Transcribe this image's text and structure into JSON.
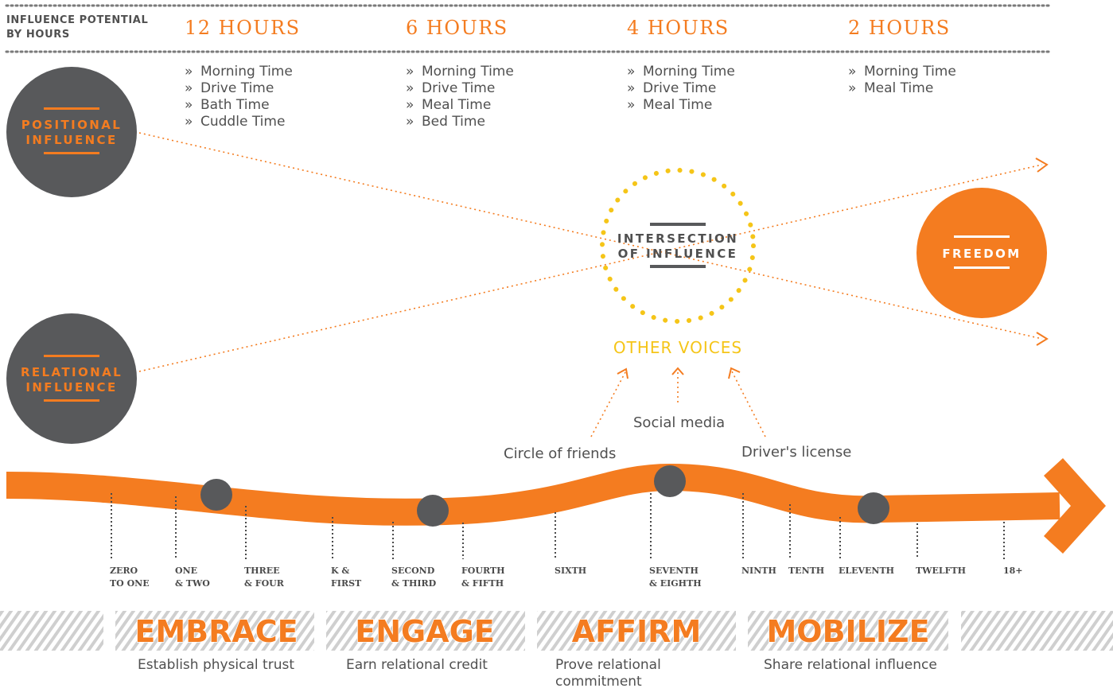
{
  "header": {
    "title_line1": "INFLUENCE POTENTIAL",
    "title_line2": "BY HOURS",
    "columns": [
      {
        "hours": "12 HOURS",
        "activities": [
          "Morning Time",
          "Drive Time",
          "Bath Time",
          "Cuddle Time"
        ]
      },
      {
        "hours": "6 HOURS",
        "activities": [
          "Morning Time",
          "Drive Time",
          "Meal Time",
          "Bed Time"
        ]
      },
      {
        "hours": "4 HOURS",
        "activities": [
          "Morning Time",
          "Drive Time",
          "Meal Time"
        ]
      },
      {
        "hours": "2 HOURS",
        "activities": [
          "Morning Time",
          "Meal Time"
        ]
      }
    ]
  },
  "bullet_glyph": "»",
  "circles": {
    "positional": {
      "line1": "POSITIONAL",
      "line2": "INFLUENCE"
    },
    "relational": {
      "line1": "RELATIONAL",
      "line2": "INFLUENCE"
    },
    "intersection": {
      "line1": "INTERSECTION",
      "line2": "OF INFLUENCE"
    },
    "freedom": {
      "label": "FREEDOM"
    }
  },
  "other_voices": {
    "label": "OTHER VOICES",
    "items": [
      "Circle of friends",
      "Social media",
      "Driver's license"
    ]
  },
  "grades": [
    {
      "line1": "ZERO",
      "line2": "TO ONE"
    },
    {
      "line1": "ONE",
      "line2": "& TWO"
    },
    {
      "line1": "THREE",
      "line2": "& FOUR"
    },
    {
      "line1": "K &",
      "line2": "FIRST"
    },
    {
      "line1": "SECOND",
      "line2": "& THIRD"
    },
    {
      "line1": "FOURTH",
      "line2": "& FIFTH"
    },
    {
      "line1": "SIXTH",
      "line2": ""
    },
    {
      "line1": "SEVENTH",
      "line2": "& EIGHTH"
    },
    {
      "line1": "NINTH",
      "line2": ""
    },
    {
      "line1": "TENTH",
      "line2": ""
    },
    {
      "line1": "ELEVENTH",
      "line2": ""
    },
    {
      "line1": "TWELFTH",
      "line2": ""
    },
    {
      "line1": "18+",
      "line2": ""
    }
  ],
  "stages": [
    {
      "name": "EMBRACE",
      "desc_line1": "Establish physical trust",
      "desc_line2": ""
    },
    {
      "name": "ENGAGE",
      "desc_line1": "Earn relational credit",
      "desc_line2": ""
    },
    {
      "name": "AFFIRM",
      "desc_line1": "Prove relational",
      "desc_line2": "commitment"
    },
    {
      "name": "MOBILIZE",
      "desc_line1": "Share relational influence",
      "desc_line2": ""
    }
  ],
  "colors": {
    "orange": "#f47c20",
    "gray": "#58595b",
    "yellow": "#f5c518",
    "hatch": "#cfcfcf"
  }
}
